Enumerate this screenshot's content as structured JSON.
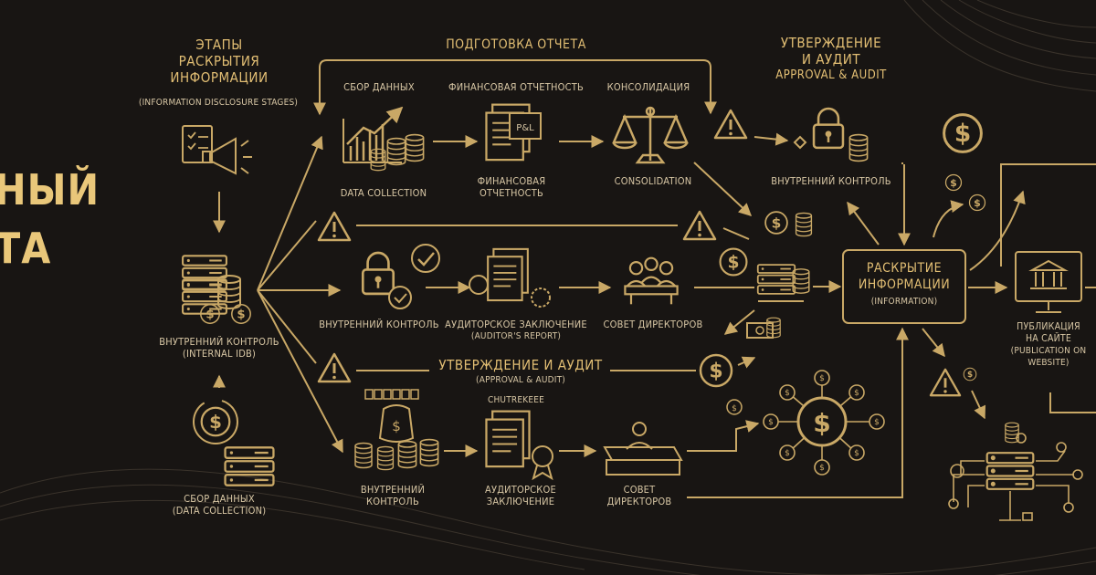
{
  "title_left": [
    "НЫЙ",
    "ТА"
  ],
  "stages_title": [
    "ЭТАПЫ",
    "РАСКРЫТИЯ",
    "ИНФОРМАЦИИ"
  ],
  "stages_subtitle": "(INFORMATION DISCLOSURE STAGES)",
  "prep_title": "ПОДГОТОВКА ОТЧЕТА",
  "approval_top": [
    "УТВЕРЖДЕНИЕ",
    "И АУДИТ",
    "APPROVAL & AUDIT"
  ],
  "row1": {
    "collect_top": "СБОР ДАННЫХ",
    "collect_bottom": "DATA COLLECTION",
    "fin_top": "ФИНАНСОВАЯ ОТЧЕТНОСТЬ",
    "fin_bottom": [
      "ФИНАНСОВАЯ",
      "ОТЧЕТНОСТЬ"
    ],
    "pl_label": "P&L",
    "cons_top": "КОНСОЛИДАЦИЯ",
    "cons_bottom": "CONSOLIDATION",
    "internal_control": "ВНУТРЕННИЙ КОНТРОЛЬ"
  },
  "left_hub": [
    "ВНУТРЕННИЙ КОНТРОЛЬ",
    "(INTERNAL IDB)"
  ],
  "left_bottom": [
    "СБОР ДАННЫХ",
    "(DATA COLLECTION)"
  ],
  "row2": {
    "internal": "ВНУТРЕННИЙ КОНТРОЛЬ",
    "auditor": [
      "АУДИТОРСКОЕ ЗАКЛЮЧЕНИЕ",
      "(AUDITOR'S REPORT)"
    ],
    "board": "СОВЕТ ДИРЕКТОРОВ"
  },
  "approval_mid": [
    "УТВЕРЖДЕНИЕ И АУДИТ",
    "(APPROVAL & AUDIT)"
  ],
  "row3": {
    "extra": "CHUTREKEEE",
    "internal": [
      "ВНУТРЕННИЙ",
      "КОНТРОЛЬ"
    ],
    "auditor": [
      "АУДИТОРСКОЕ",
      "ЗАКЛЮЧЕНИЕ"
    ],
    "board": [
      "СОВЕТ",
      "ДИРЕКТОРОВ"
    ]
  },
  "disclosure": [
    "РАСКРЫТИЕ",
    "ИНФОРМАЦИИ",
    "(INFORMATION)"
  ],
  "publication": [
    "ПУБЛИКАЦИЯ",
    "НА САЙТЕ",
    "(PUBLICATION ON",
    "WEBSITE)"
  ],
  "colors": {
    "background": "#181513",
    "accent": "#c9a866",
    "text": "#d8c7a5",
    "heading": "#e3bf74"
  }
}
